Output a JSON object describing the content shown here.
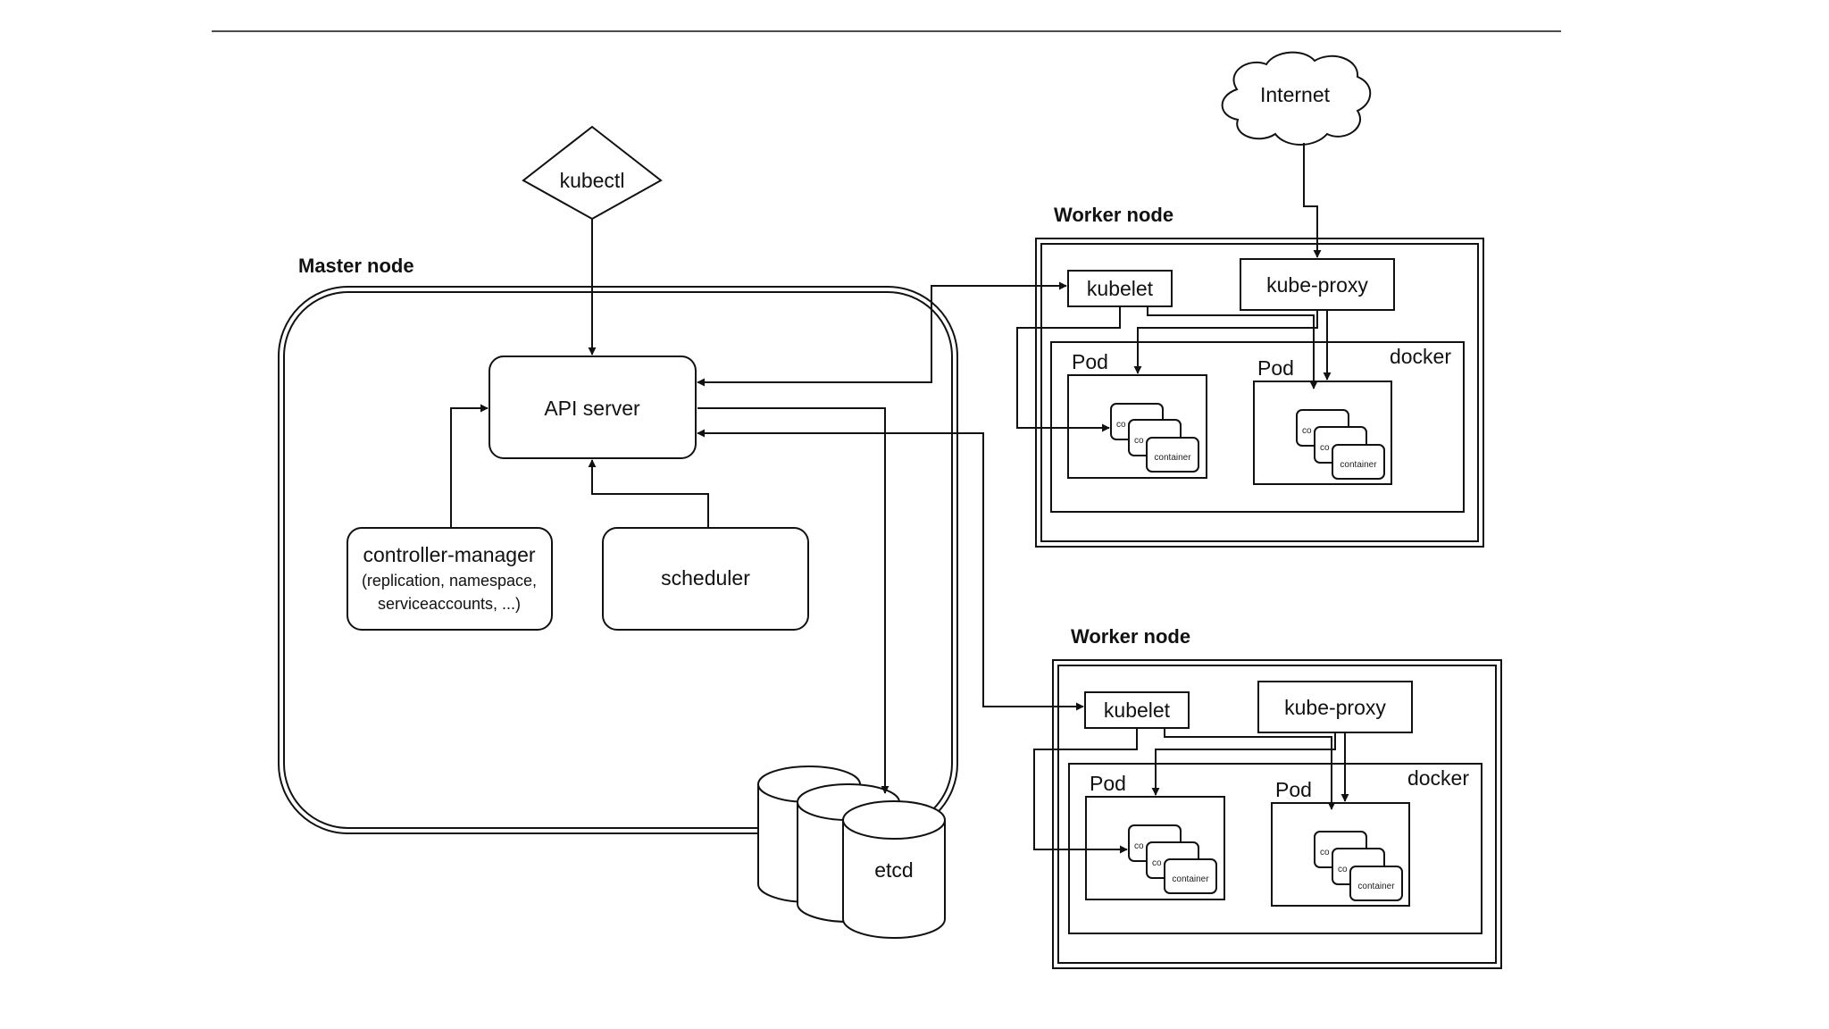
{
  "master": {
    "title": "Master node",
    "api_server": "API server",
    "controller_manager": {
      "title": "controller-manager",
      "line1": "(replication, namespace,",
      "line2": "serviceaccounts, ...)"
    },
    "scheduler": "scheduler"
  },
  "kubectl": "kubectl",
  "etcd": "etcd",
  "internet": "Internet",
  "workers": [
    {
      "title": "Worker node",
      "kubelet": "kubelet",
      "kube_proxy": "kube-proxy",
      "docker": "docker",
      "pods": [
        {
          "label": "Pod",
          "containers": [
            "co",
            "co",
            "container"
          ]
        },
        {
          "label": "Pod",
          "containers": [
            "co",
            "co",
            "container"
          ]
        }
      ]
    },
    {
      "title": "Worker node",
      "kubelet": "kubelet",
      "kube_proxy": "kube-proxy",
      "docker": "docker",
      "pods": [
        {
          "label": "Pod",
          "containers": [
            "co",
            "co",
            "container"
          ]
        },
        {
          "label": "Pod",
          "containers": [
            "co",
            "co",
            "container"
          ]
        }
      ]
    }
  ],
  "colors": {
    "stroke": "#111111",
    "background": "#ffffff"
  }
}
